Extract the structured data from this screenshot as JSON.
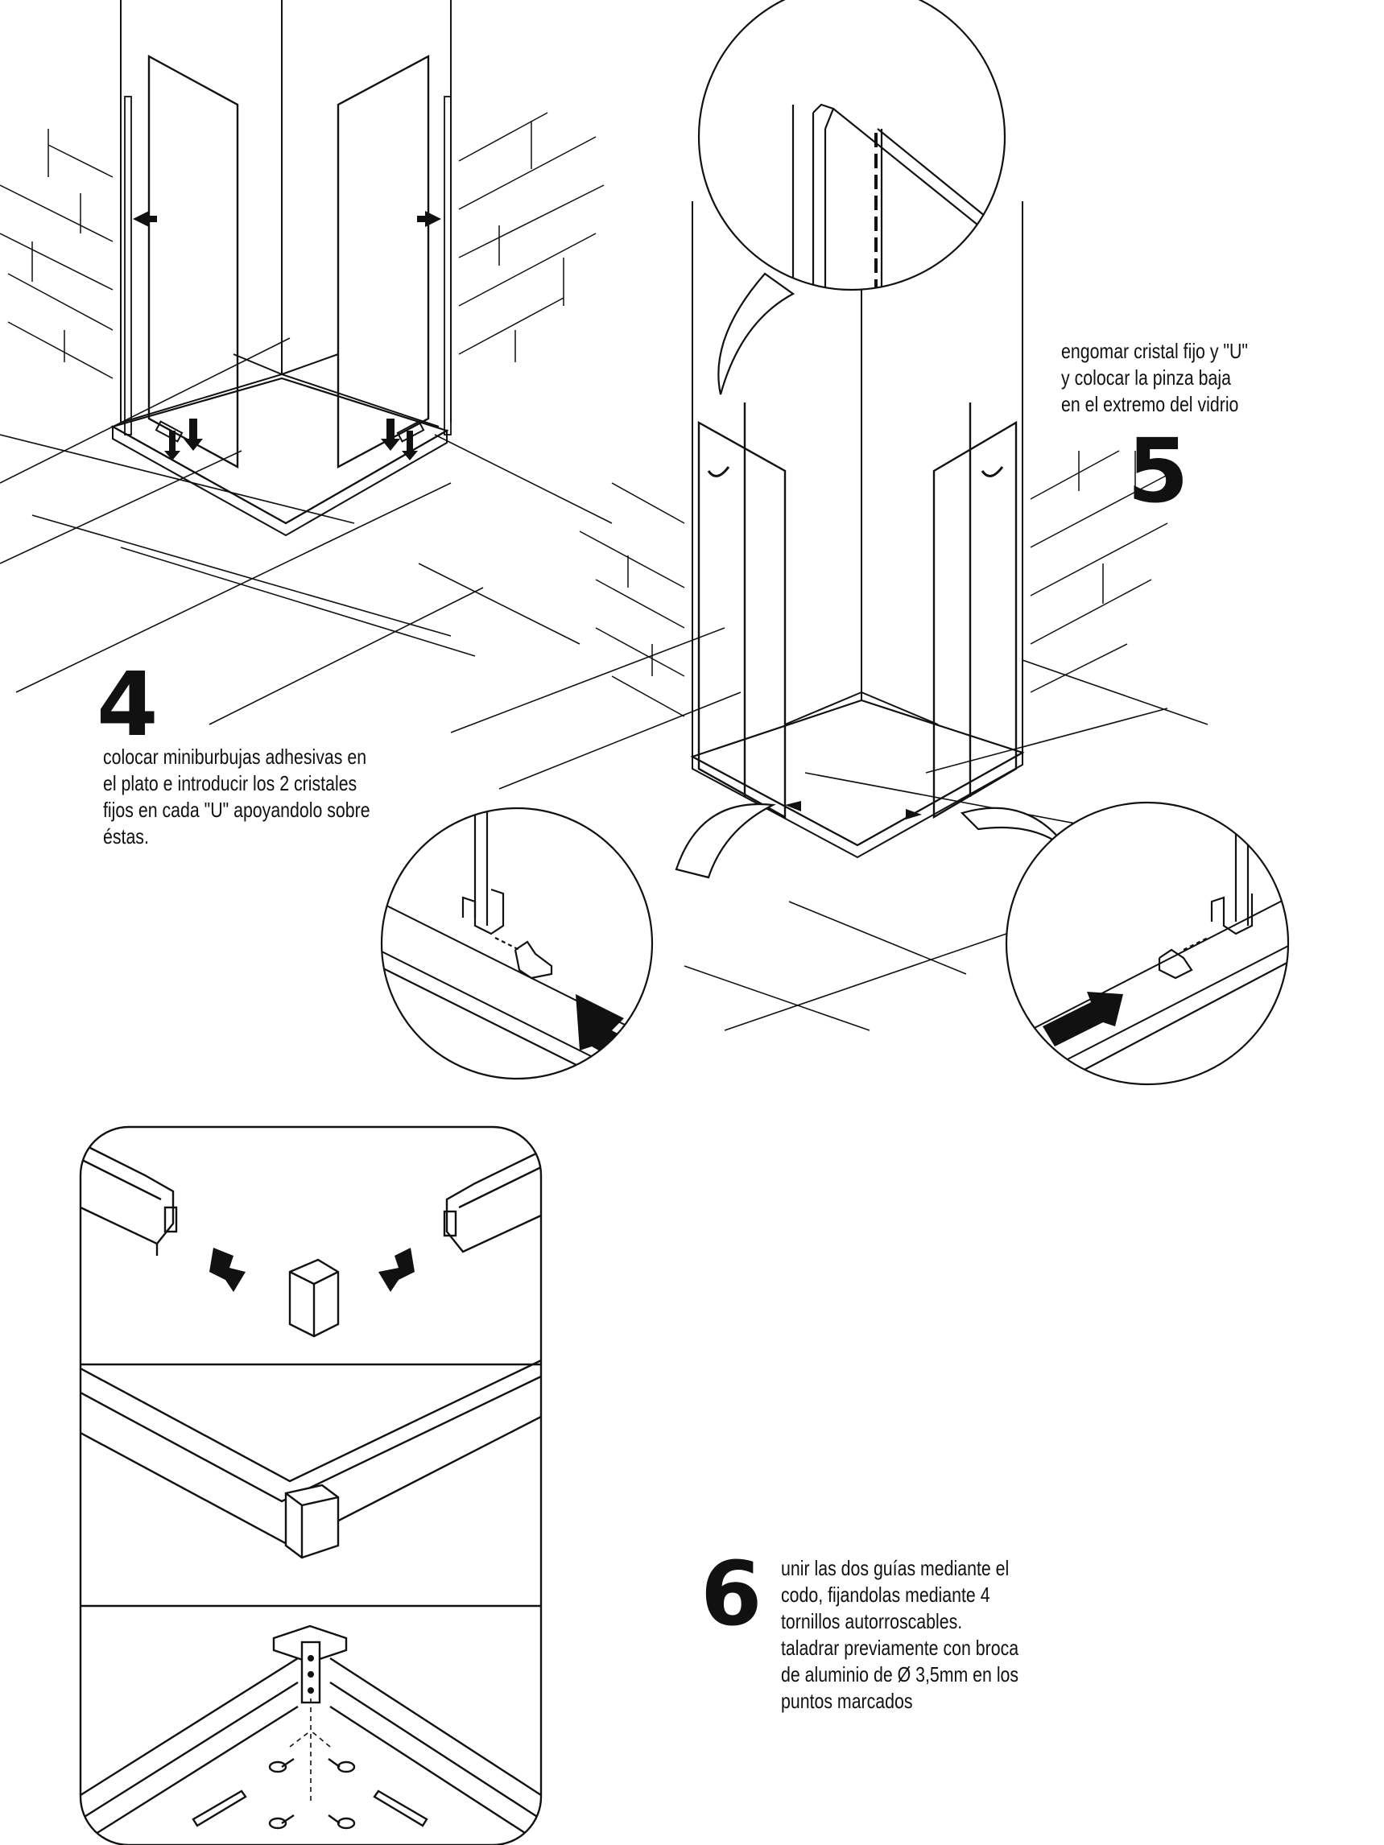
{
  "steps": [
    {
      "number": "4",
      "lines": [
        "colocar miniburbujas adhesivas en",
        "el plato e introducir los 2 cristales",
        "fijos en cada \"U\" apoyandolo sobre",
        "éstas."
      ]
    },
    {
      "number": "5",
      "lines": [
        "engomar cristal fijo y \"U\"",
        "y colocar la pinza baja",
        "en el extremo del vidrio"
      ]
    },
    {
      "number": "6",
      "lines": [
        "unir las dos guías mediante el",
        "codo, fijandolas mediante 4",
        "tornillos autorroscables.",
        "taladrar previamente con broca",
        "de aluminio de Ø 3,5mm en los",
        "puntos marcados"
      ]
    }
  ],
  "icons": [
    "arrow-icon",
    "screw-icon",
    "corner-connector-icon"
  ],
  "colors": {
    "ink": "#111111",
    "paper": "#ffffff"
  }
}
